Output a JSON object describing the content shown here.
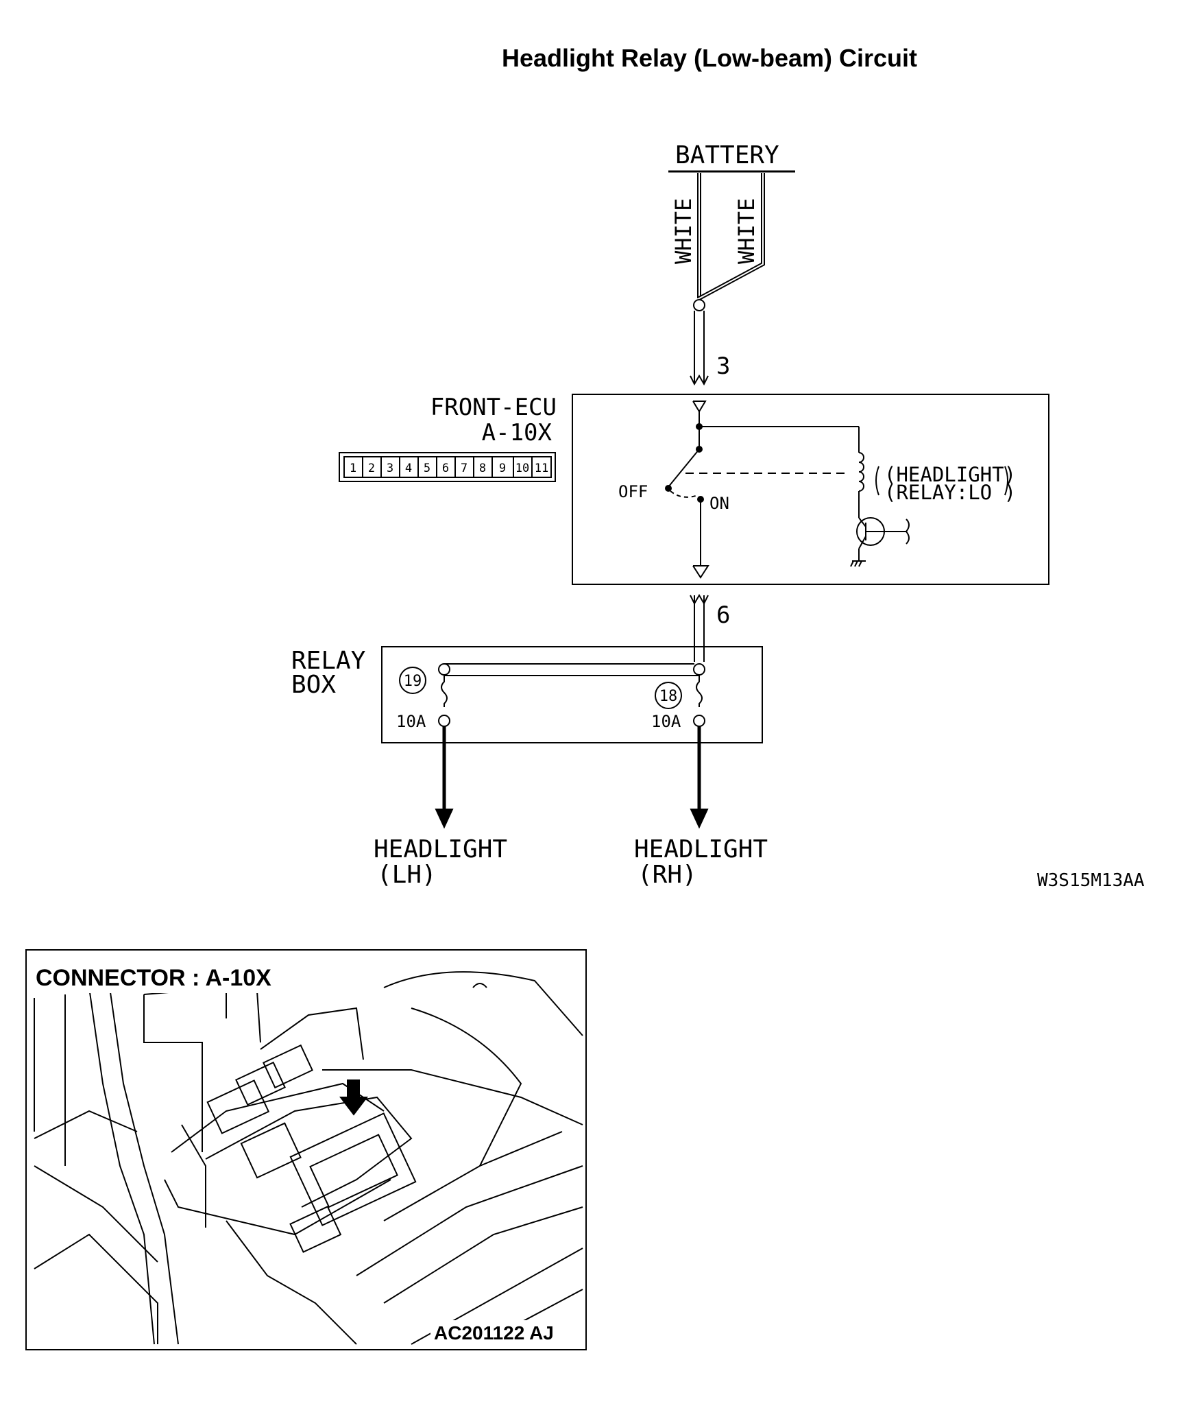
{
  "title": "Headlight Relay (Low-beam) Circuit",
  "battery": {
    "label": "BATTERY",
    "wire_left": "WHITE",
    "wire_right": "WHITE"
  },
  "pins": {
    "top": "3",
    "bottom": "6"
  },
  "ecu": {
    "name": "FRONT-ECU",
    "connector": "A-10X",
    "pin_numbers": [
      "1",
      "2",
      "3",
      "4",
      "5",
      "6",
      "7",
      "8",
      "9",
      "10",
      "11"
    ],
    "switch_off": "OFF",
    "switch_on": "ON",
    "relay_line1": "(HEADLIGHT)",
    "relay_line2": "(RELAY:LO  )"
  },
  "relay_box": {
    "line1": "RELAY",
    "line2": "BOX",
    "fuse_left_no": "19",
    "fuse_right_no": "18",
    "fuse_left_rating": "10A",
    "fuse_right_rating": "10A"
  },
  "outputs": {
    "left_line1": "HEADLIGHT",
    "left_line2": "(LH)",
    "right_line1": "HEADLIGHT",
    "right_line2": "(RH)"
  },
  "diagram_code": "W3S15M13AA",
  "photo": {
    "heading": "CONNECTOR : A-10X",
    "code": "AC201122 AJ"
  }
}
